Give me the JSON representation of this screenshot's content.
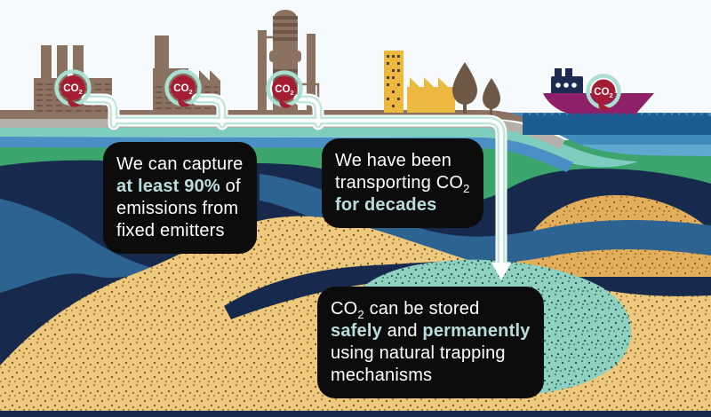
{
  "badges": {
    "co2_main": "CO",
    "co2_sub": "2"
  },
  "callouts": {
    "capture": {
      "line1": "We can capture",
      "line2_hl": "at least 90%",
      "line2_rest": " of",
      "line3": "emissions from",
      "line4": "fixed emitters"
    },
    "transport": {
      "line1": "We have been",
      "line2_pre": "transporting CO",
      "line2_sub": "2",
      "line3_hl": "for decades"
    },
    "storage": {
      "line1_pre": "CO",
      "line1_sub": "2",
      "line1_rest": " can be stored",
      "line2_hl1": "safely",
      "line2_mid": " and ",
      "line2_hl2": "permanently",
      "line3": "using natural trapping",
      "line4": "mechanisms"
    }
  },
  "colors": {
    "callout_bg": "#0c0c0c",
    "callout_text": "#ffffff",
    "callout_highlight": "#b9dedd",
    "co2_badge_red": "#a41d33",
    "badge_ring_mint": "#abdfd2",
    "pipe_mint": "#bfe7dc",
    "navy_layer": "#172a4d",
    "steel_blue_layer": "#2d6391",
    "green_band": "#3ba56d",
    "mint_band": "#7ecdbf",
    "blue_band": "#4a90c4",
    "sea_dark": "#1d5c90",
    "sea_mid": "#3f8cbd",
    "sand": "#eec87c",
    "seabed_dome_sand": "#e3ae5c",
    "co2_plume_teal": "#8ed1c1",
    "ship_hull": "#8e2069",
    "ship_cabin": "#1d2b52",
    "factory_brown": "#8a7160",
    "factory_brown_dark": "#6d564a",
    "gold_building": "#ecb83f",
    "ground_gray": "#b4b0a9"
  }
}
